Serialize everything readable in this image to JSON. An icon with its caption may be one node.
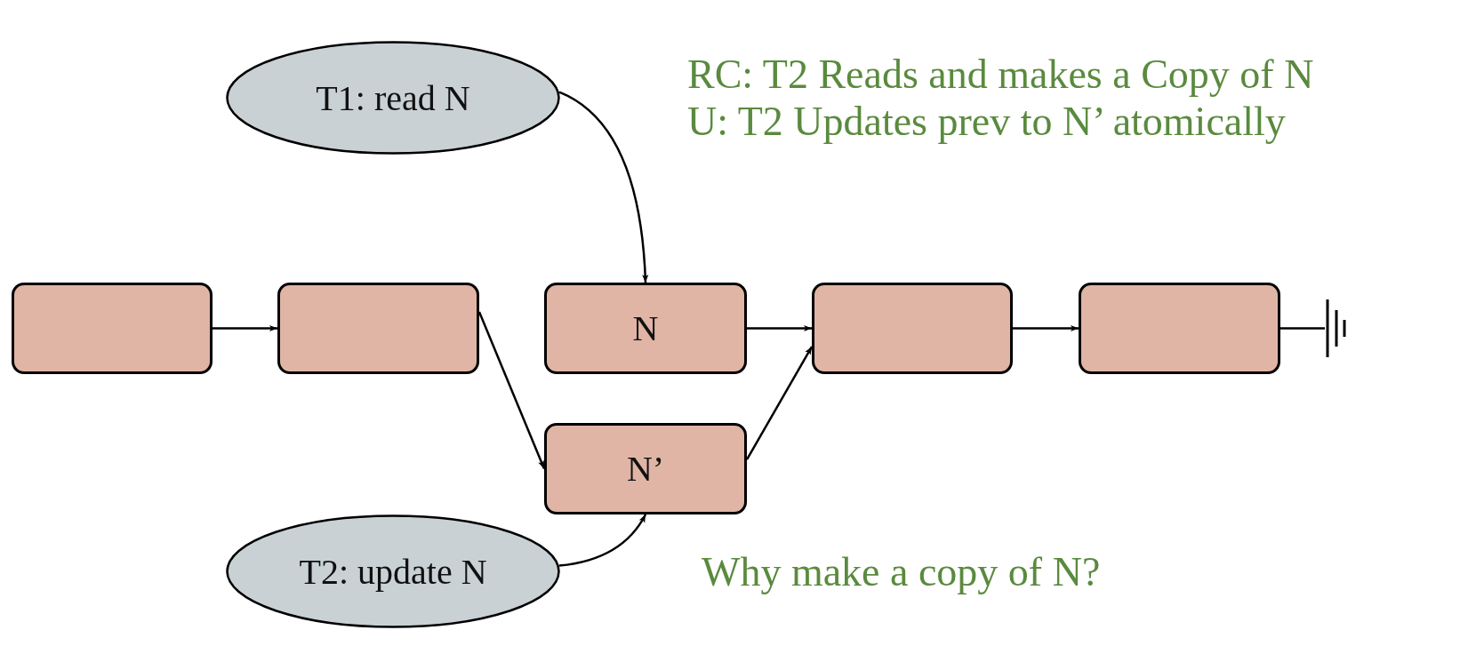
{
  "diagram": {
    "nodes": [
      {
        "text": [
          "T1: read N"
        ]
      },
      {
        "text": [],
        "shape": "box"
      },
      {
        "text": [],
        "shape": "box"
      },
      {
        "text": [
          "N"
        ]
      },
      {
        "text": [],
        "shape": "box"
      },
      {
        "text": [],
        "shape": "box"
      },
      {
        "text": [],
        "shape": "ground"
      },
      {
        "text": [
          "N’"
        ]
      },
      {
        "text": [
          "T2: update N"
        ]
      }
    ],
    "edges": [
      {
        "from": 0,
        "to": 3,
        "arrow": "to"
      },
      {
        "from": 1,
        "to": 2,
        "arrow": "to"
      },
      {
        "from": 2,
        "to": 7,
        "arrow": "to"
      },
      {
        "from": 3,
        "to": 4,
        "arrow": "to"
      },
      {
        "from": 7,
        "to": 4,
        "arrow": "to"
      },
      {
        "from": 4,
        "to": 5,
        "arrow": "to"
      },
      {
        "from": 8,
        "to": 7,
        "arrow": "to"
      },
      {
        "from": 5,
        "to": 6,
        "arrow": "none"
      }
    ],
    "labels": [
      "RC: T2 Reads and makes a Copy of N",
      "U: T2 Updates prev to N’ atomically",
      "Why make a copy of N?"
    ]
  }
}
